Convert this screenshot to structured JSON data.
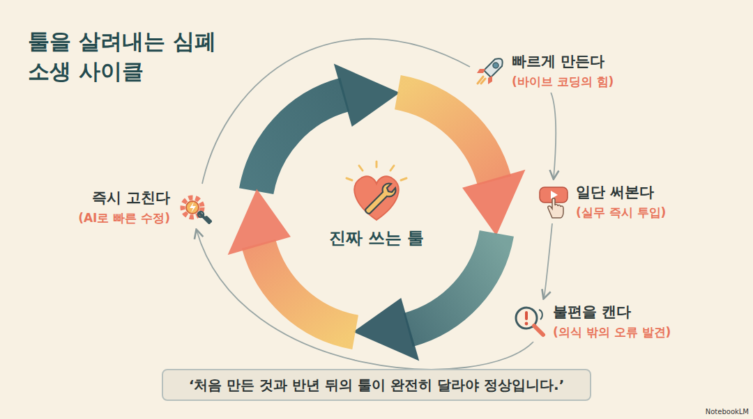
{
  "diagram": {
    "title": "툴을 살려내는 심폐소생 사이클",
    "caption": "‘처음 만든 것과 반년 뒤의 툴이 완전히 달라야 정상입니다.’",
    "nodes": [
      {
        "text": [
          "빠르게 만든다",
          "(바이브 코딩의 힘)"
        ]
      },
      {
        "text": [
          "일단 써본다",
          "(실무 즉시 투입)"
        ]
      },
      {
        "text": [
          "불편을 캔다",
          "(의식 밖의 오류 발견)"
        ]
      },
      {
        "text": [
          "즉시 고친다",
          "(AI로 빠른 수정)"
        ]
      },
      {
        "text": [
          "진짜 쓰는 툴"
        ]
      }
    ],
    "edges": [
      {
        "from": 0,
        "to": 1,
        "arrow": "to"
      },
      {
        "from": 1,
        "to": 2,
        "arrow": "to"
      },
      {
        "from": 2,
        "to": 3,
        "arrow": "to"
      },
      {
        "from": 3,
        "to": 0,
        "arrow": "none"
      }
    ],
    "labels": [
      "NotebookLM"
    ]
  }
}
